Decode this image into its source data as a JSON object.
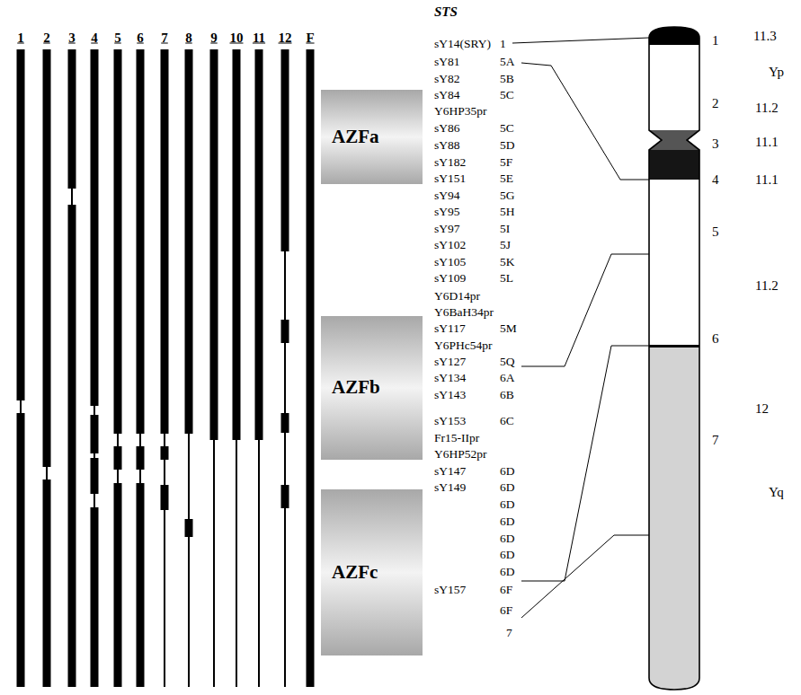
{
  "diagram": {
    "nodes": [
      {
        "text": [
          "AZFa"
        ]
      },
      {
        "text": [
          "AZFb"
        ]
      },
      {
        "text": [
          "AZFc"
        ]
      }
    ],
    "labels": [
      "1",
      "2",
      "3",
      "4",
      "5",
      "6",
      "7",
      "8",
      "9",
      "10",
      "11",
      "12",
      "F",
      "STS",
      "sY14(SRY)",
      "1",
      "sY81",
      "5A",
      "sY82",
      "5B",
      "sY84",
      "5C",
      "Y6HP35pr",
      "sY86",
      "5C",
      "sY88",
      "5D",
      "sY182",
      "5F",
      "sY151",
      "5E",
      "sY94",
      "5G",
      "sY95",
      "5H",
      "sY97",
      "5I",
      "sY102",
      "5J",
      "sY105",
      "5K",
      "sY109",
      "5L",
      "Y6D14pr",
      "Y6BaH34pr",
      "sY117",
      "5M",
      "Y6PHc54pr",
      "sY127",
      "5Q",
      "sY134",
      "6A",
      "sY143",
      "6B",
      "sY153",
      "6C",
      "Fr15-IIpr",
      "Y6HP52pr",
      "sY147",
      "6D",
      "sY149",
      "6D",
      "6D",
      "6D",
      "6D",
      "6D",
      "6D",
      "sY157",
      "6F",
      "6F",
      "7",
      "1",
      "11.3",
      "Yp",
      "2",
      "11.2",
      "3",
      "11.1",
      "4",
      "11.1",
      "5",
      "11.2",
      "6",
      "12",
      "7",
      "Yq"
    ]
  }
}
